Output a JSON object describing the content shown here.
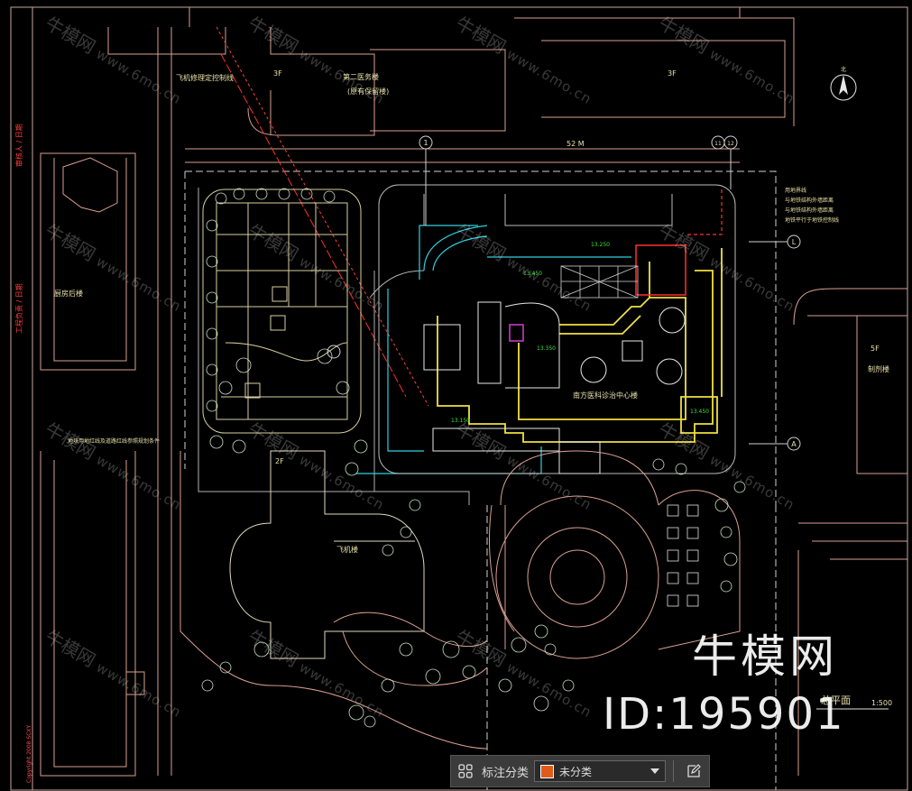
{
  "drawing": {
    "building_upper_left": "飞机修理定控制线",
    "building_top_title": "第二医务楼",
    "building_top_sub": "(原有保留楼)",
    "floor_3f_a": "3F",
    "floor_3f_b": "3F",
    "floor_2f": "2F",
    "floor_5f_right": "5F",
    "building_left": "厨房后楼",
    "building_right": "制剂楼",
    "building_bottom": "飞机楼",
    "main_building": "南方医科诊治中心楼",
    "plan_title": "总平面",
    "scale": "1:500",
    "axis_1": "1",
    "axis_11": "11",
    "axis_12": "12",
    "axis_L": "L",
    "axis_A": "A",
    "dim_top": "52 M",
    "level_1": "13.250",
    "level_2": "13.450",
    "level_3": "13.350",
    "level_4": "13.150",
    "level_5": "13.450",
    "north": "北",
    "left_sidebar_1": "审核人 / 日期",
    "left_sidebar_2": "工程负责 / 日期",
    "left_note": "地块用地红线及道路红线参照规划条件",
    "right_note_1": "用地界线",
    "right_note_2": "与地铁结构外墙距离",
    "right_note_3": "与地铁结构外墙距离",
    "right_note_4": "地铁平行于地铁控制线",
    "copyright": "Copyright 2008 SCXY"
  },
  "watermarks": {
    "brand": "牛模网",
    "url": "www.6mo.cn",
    "big_brand": "牛模网",
    "big_id": "ID:195901"
  },
  "toolbar": {
    "grid_icon": "grid-icon",
    "label": "标注分类",
    "selected_value": "未分类",
    "swatch_color": "#e05a1a",
    "edit_icon": "edit-icon"
  }
}
